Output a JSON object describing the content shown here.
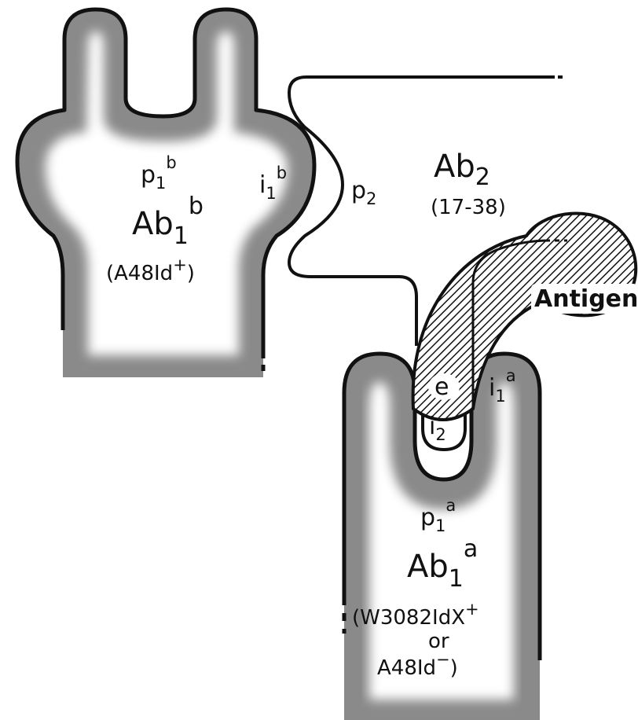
{
  "ab1b": {
    "p_base": "p",
    "p_sub": "1",
    "p_sup": "b",
    "i_base": "i",
    "i_sub": "1",
    "i_sup": "b",
    "name_base": "Ab",
    "name_sub": "1",
    "name_sup": "b",
    "idiotype_open": "(A48Id",
    "idiotype_sup": "+",
    "idiotype_close": ")"
  },
  "ab2": {
    "p_base": "p",
    "p_sub": "2",
    "name_base": "Ab",
    "name_sub": "2",
    "clone": "(17-38)"
  },
  "antigen": {
    "label": "Antigen"
  },
  "ab1a": {
    "e": "e",
    "i2_base": "i",
    "i2_sub": "2",
    "i_base": "i",
    "i_sub": "1",
    "i_sup": "a",
    "p_base": "p",
    "p_sub": "1",
    "p_sup": "a",
    "name_base": "Ab",
    "name_sub": "1",
    "name_sup": "a",
    "line1_open": "(W3082IdX",
    "line1_sup": "+",
    "line2": "or",
    "line3_open": "A48Id",
    "line3_sup": "−",
    "line3_close": ")"
  }
}
